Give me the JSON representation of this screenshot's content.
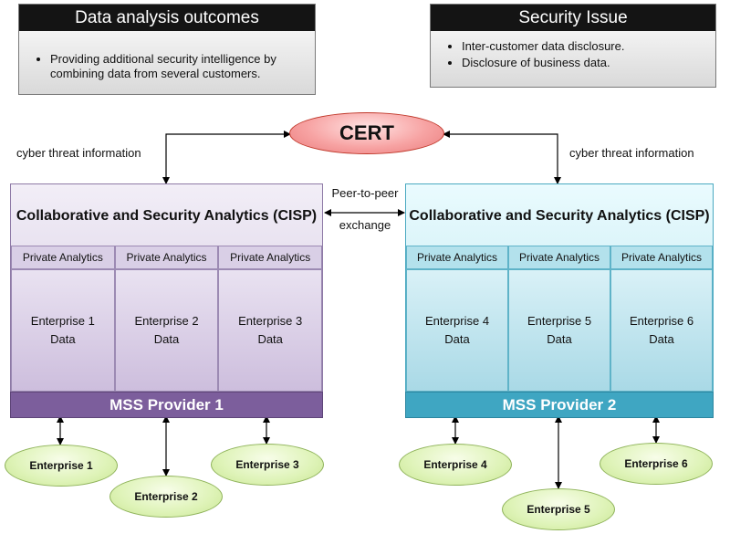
{
  "outcomes": {
    "title": "Data analysis outcomes",
    "items": [
      "Providing additional security intelligence by combining  data from several customers."
    ]
  },
  "security": {
    "title": "Security Issue",
    "items": [
      "Inter-customer data disclosure.",
      "Disclosure of business data."
    ]
  },
  "cert": "CERT",
  "left_label": "cyber threat information",
  "right_label": "cyber threat information",
  "p2p": {
    "line1": "Peer-to-peer",
    "line2": "exchange"
  },
  "providers": [
    {
      "cisp_title": "Collaborative and Security Analytics (CISP)",
      "private": [
        "Private Analytics",
        "Private Analytics",
        "Private Analytics"
      ],
      "data": [
        {
          "name": "Enterprise 1",
          "sub": "Data"
        },
        {
          "name": "Enterprise 2",
          "sub": "Data"
        },
        {
          "name": "Enterprise 3",
          "sub": "Data"
        }
      ],
      "mss": "MSS Provider 1",
      "enterprises": [
        "Enterprise 1",
        "Enterprise 2",
        "Enterprise 3"
      ]
    },
    {
      "cisp_title": "Collaborative and Security Analytics (CISP)",
      "private": [
        "Private Analytics",
        "Private Analytics",
        "Private Analytics"
      ],
      "data": [
        {
          "name": "Enterprise 4",
          "sub": "Data"
        },
        {
          "name": "Enterprise 5",
          "sub": "Data"
        },
        {
          "name": "Enterprise 6",
          "sub": "Data"
        }
      ],
      "mss": "MSS Provider 2",
      "enterprises": [
        "Enterprise 4",
        "Enterprise 5",
        "Enterprise 6"
      ]
    }
  ]
}
